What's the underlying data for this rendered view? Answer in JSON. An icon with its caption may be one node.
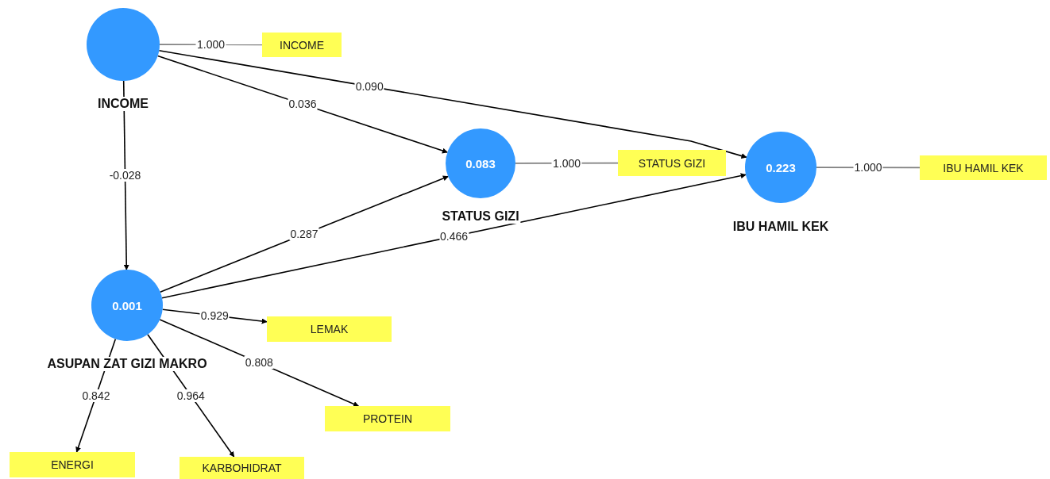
{
  "diagram": {
    "nodes": [
      {
        "text": [
          "INCOME"
        ]
      },
      {
        "text": [
          "INCOME"
        ]
      },
      {
        "text": [
          "0.083",
          "STATUS GIZI"
        ]
      },
      {
        "text": [
          "STATUS GIZI"
        ]
      },
      {
        "text": [
          "0.223",
          "IBU HAMIL KEK"
        ]
      },
      {
        "text": [
          "IBU HAMIL KEK"
        ]
      },
      {
        "text": [
          "0.001",
          "ASUPAN ZAT GIZI MAKRO"
        ]
      },
      {
        "text": [
          "LEMAK"
        ]
      },
      {
        "text": [
          "PROTEIN"
        ]
      },
      {
        "text": [
          "ENERGI"
        ]
      },
      {
        "text": [
          "KARBOHIDRAT"
        ]
      }
    ],
    "edges": [
      {
        "from": 0,
        "to": 1,
        "arrow": "none",
        "label": "1.000",
        "color": "#7f7f7f"
      },
      {
        "from": 0,
        "to": 2,
        "arrow": "to",
        "label": "0.036"
      },
      {
        "from": 0,
        "to": 4,
        "arrow": "to",
        "label": "0.090"
      },
      {
        "from": 0,
        "to": 6,
        "arrow": "to",
        "label": "-0.028"
      },
      {
        "from": 2,
        "to": 3,
        "arrow": "none",
        "label": "1.000",
        "color": "#7f7f7f"
      },
      {
        "from": 4,
        "to": 5,
        "arrow": "none",
        "label": "1.000",
        "color": "#7f7f7f"
      },
      {
        "from": 6,
        "to": 2,
        "arrow": "to",
        "label": "0.287"
      },
      {
        "from": 6,
        "to": 4,
        "arrow": "to",
        "label": "0.466"
      },
      {
        "from": 6,
        "to": 7,
        "arrow": "to",
        "label": "0.929"
      },
      {
        "from": 6,
        "to": 8,
        "arrow": "to",
        "label": "0.808"
      },
      {
        "from": 6,
        "to": 9,
        "arrow": "to",
        "label": "0.842"
      },
      {
        "from": 6,
        "to": 10,
        "arrow": "to",
        "label": "0.964"
      }
    ]
  }
}
